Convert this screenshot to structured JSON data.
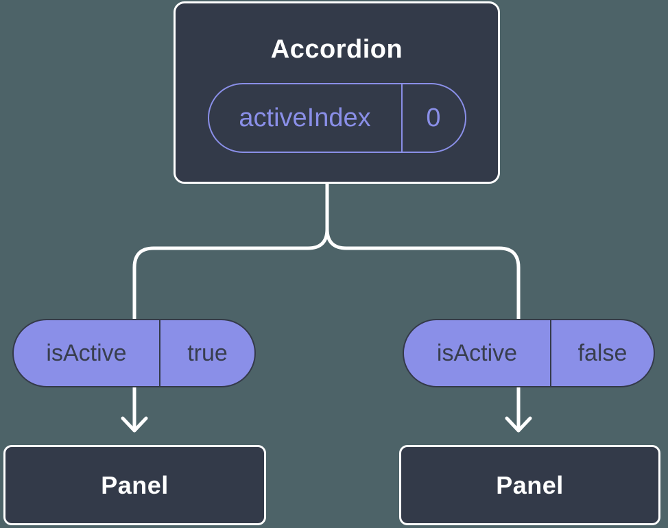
{
  "colors": {
    "canvas-bg": "#4d6368",
    "node-bg": "#333a49",
    "node-border": "#ffffff",
    "accent-purple": "#8a8fe8",
    "pill-fill": "#8a8fe8",
    "pill-border": "#343a49",
    "pill-text": "#383e4e",
    "connector": "#ffffff",
    "title-text": "#ffffff"
  },
  "diagram": {
    "root": {
      "title": "Accordion",
      "prop": {
        "name": "activeIndex",
        "value": "0"
      }
    },
    "branches": [
      {
        "state": {
          "name": "isActive",
          "value": "true"
        },
        "child": {
          "title": "Panel"
        }
      },
      {
        "state": {
          "name": "isActive",
          "value": "false"
        },
        "child": {
          "title": "Panel"
        }
      }
    ]
  }
}
